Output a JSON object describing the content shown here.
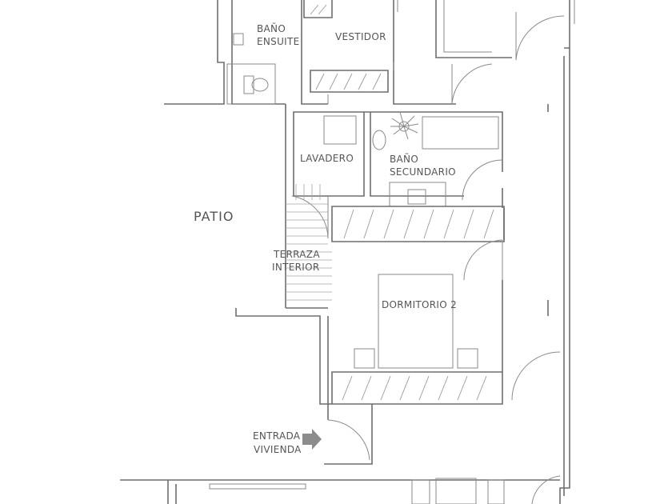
{
  "labels": {
    "bano_ensuite": [
      "BAÑO",
      "ENSUITE"
    ],
    "vestidor": "VESTIDOR",
    "lavadero": "LAVADERO",
    "bano_secundario": [
      "BAÑO",
      "SECUNDARIO"
    ],
    "patio": "PATIO",
    "terraza_interior": [
      "TERRAZA",
      "INTERIOR"
    ],
    "dormitorio_2": "DORMITORIO 2",
    "entrada_vivienda": [
      "ENTRADA",
      "VIVIENDA"
    ]
  },
  "icons": {
    "entry_arrow": "entry-arrow-icon",
    "plant": "plant-icon"
  },
  "colors": {
    "walls": "#6e6e6e",
    "labels": "#555555",
    "arrow": "#8c8c8c"
  }
}
